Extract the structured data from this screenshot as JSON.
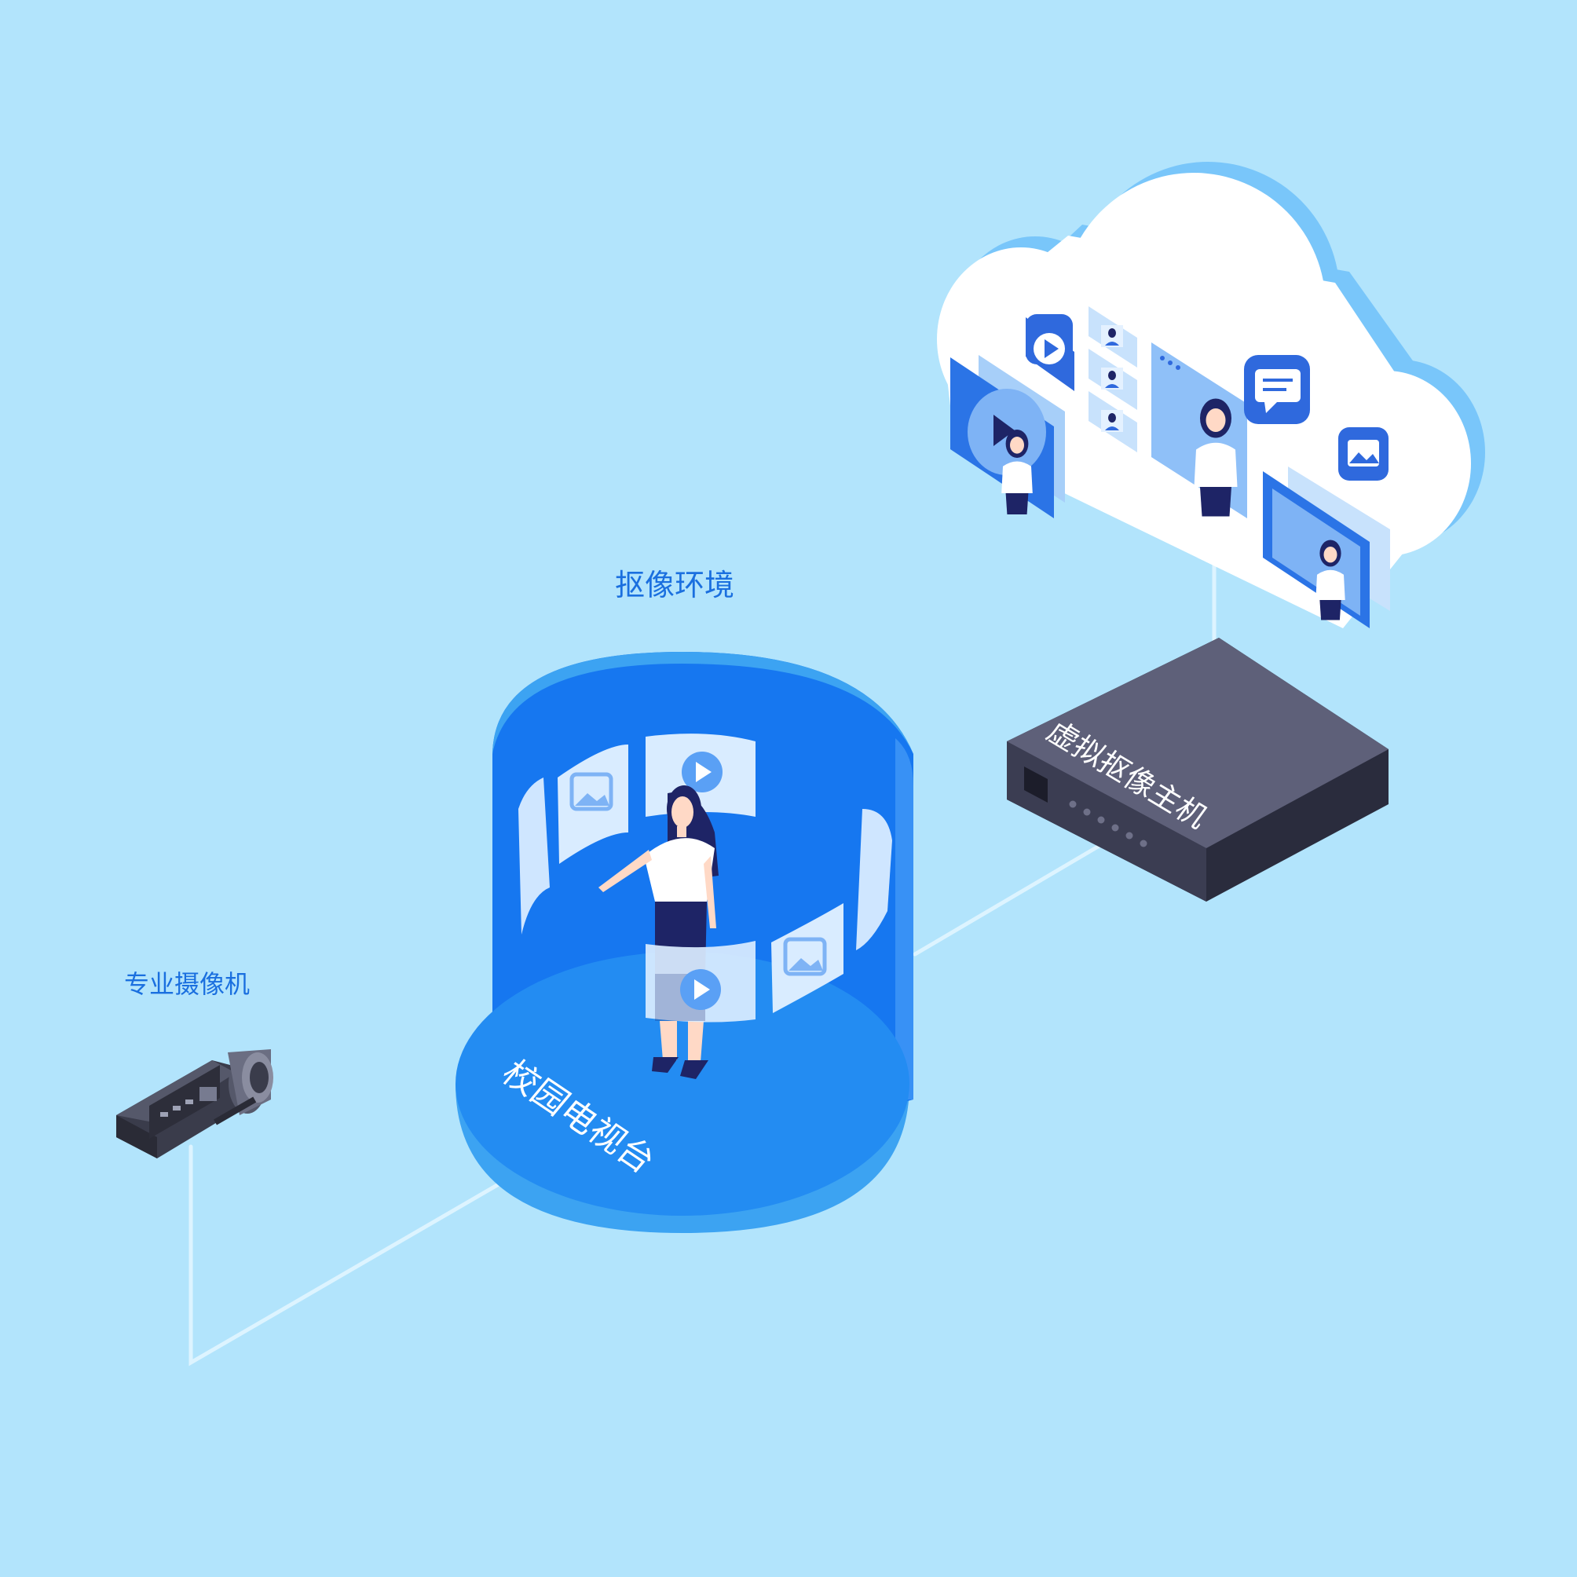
{
  "labels": {
    "keying_environment": "抠像环境",
    "pro_camera": "专业摄像机",
    "virtual_host": "虚拟抠像主机",
    "campus_tv": "校园电视台"
  },
  "colors": {
    "background": "#B2E4FC",
    "accent_blue": "#1677F0",
    "label_blue": "#1A6FDF",
    "cloud_side": "#79C6FA",
    "host_top": "#5E6079",
    "host_side": "#2A2C3D",
    "connector": "#DDF4FF"
  },
  "icons": [
    "play-icon",
    "image-icon",
    "chat-icon",
    "person-icon",
    "camera-icon",
    "cloud-icon"
  ]
}
